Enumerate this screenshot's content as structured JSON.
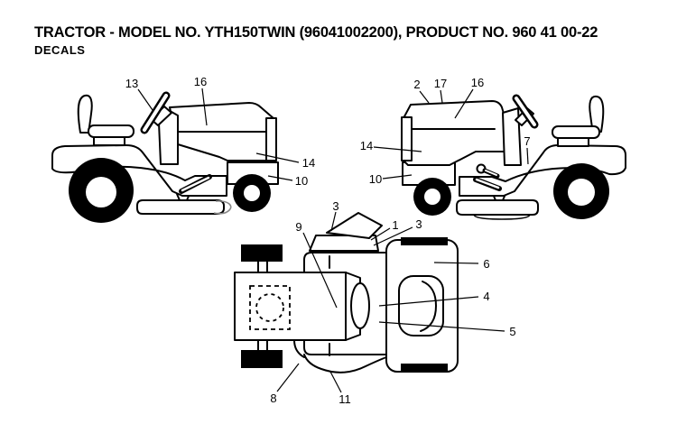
{
  "page": {
    "title": "TRACTOR - MODEL NO. YTH150TWIN (96041002200), PRODUCT NO. 960 41 00-22",
    "subtitle": "DECALS"
  },
  "callouts": {
    "left_side_view": [
      "13",
      "16",
      "14",
      "10"
    ],
    "right_side_view": [
      "2",
      "17",
      "16",
      "14",
      "10",
      "7"
    ],
    "top_view": [
      "9",
      "3",
      "1",
      "3",
      "6",
      "4",
      "5",
      "8",
      "11"
    ]
  },
  "colors": {
    "line": "#000000",
    "background": "#ffffff",
    "deck_curl": "#888888"
  }
}
